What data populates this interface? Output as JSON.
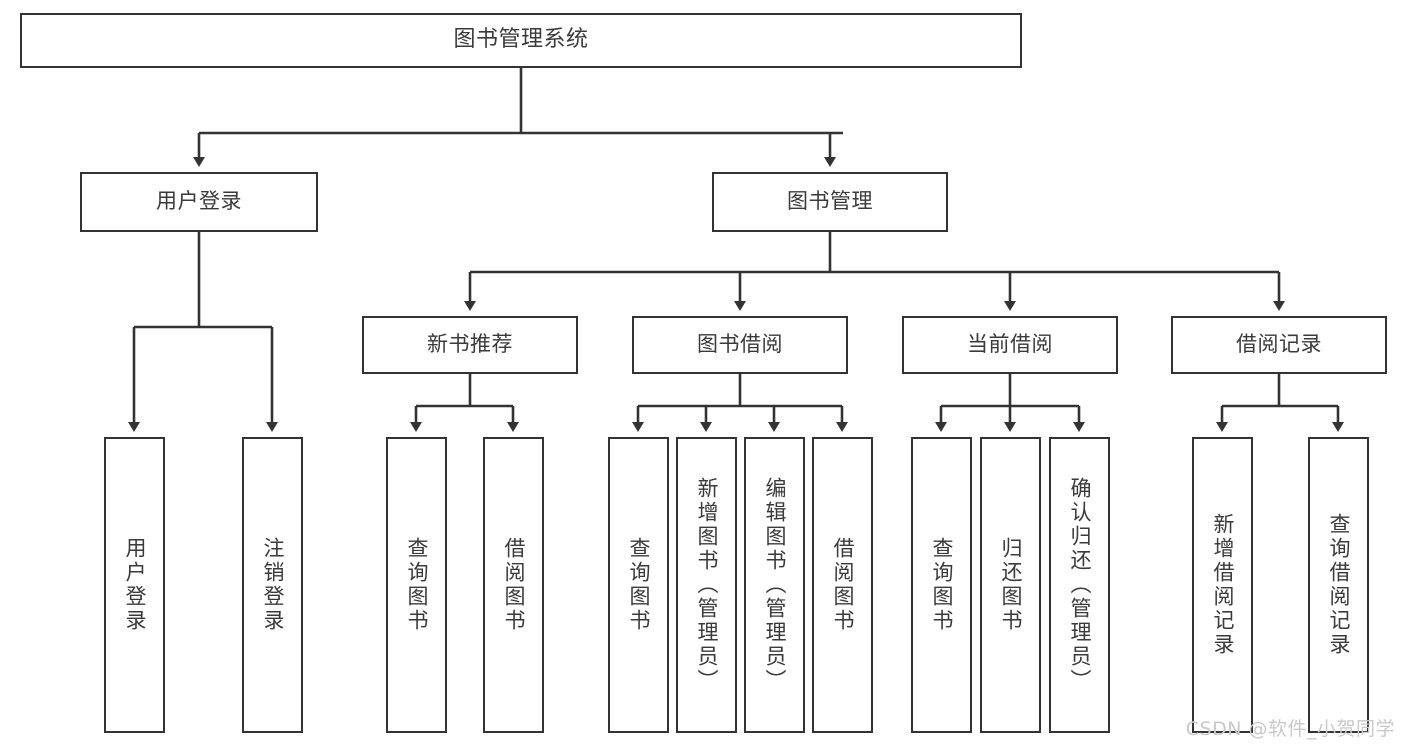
{
  "diagram": {
    "type": "tree-hierarchy-diagram",
    "title": "图书管理系统",
    "colors": {
      "background": "#ffffff",
      "box_border": "#333333",
      "box_fill": "#ffffff",
      "text": "#3a3a3a",
      "connector": "#333333",
      "watermark": "#c9c9c9"
    },
    "levels": {
      "root": {
        "label": "图书管理系统"
      },
      "level2": [
        {
          "label": "用户登录"
        },
        {
          "label": "图书管理"
        }
      ],
      "level3": [
        {
          "label": "新书推荐"
        },
        {
          "label": "图书借阅"
        },
        {
          "label": "当前借阅"
        },
        {
          "label": "借阅记录"
        }
      ],
      "leaves": {
        "user_login": [
          {
            "label": "用户登录"
          },
          {
            "label": "注销登录"
          }
        ],
        "new_book_recommend": [
          {
            "label": "查询图书"
          },
          {
            "label": "借阅图书"
          }
        ],
        "book_borrow": [
          {
            "label": "查询图书"
          },
          {
            "label": "新增图书（管理员）"
          },
          {
            "label": "编辑图书（管理员）"
          },
          {
            "label": "借阅图书"
          }
        ],
        "current_borrow": [
          {
            "label": "查询图书"
          },
          {
            "label": "归还图书"
          },
          {
            "label": "确认归还（管理员）"
          }
        ],
        "borrow_record": [
          {
            "label": "新增借阅记录"
          },
          {
            "label": "查询借阅记录"
          }
        ]
      }
    }
  },
  "watermark": {
    "text": "CSDN @软件_小贺同学"
  }
}
